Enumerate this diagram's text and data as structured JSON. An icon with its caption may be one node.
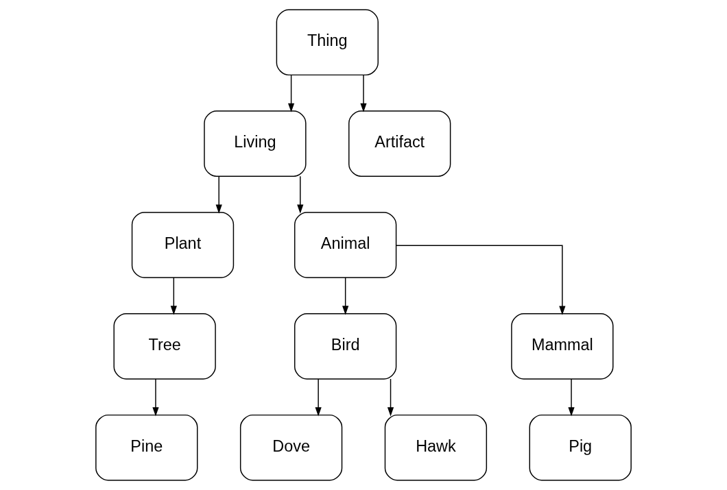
{
  "diagram": {
    "nodes": [
      {
        "text": [
          "Thing"
        ]
      },
      {
        "text": [
          "Living"
        ]
      },
      {
        "text": [
          "Artifact"
        ]
      },
      {
        "text": [
          "Plant"
        ]
      },
      {
        "text": [
          "Animal"
        ]
      },
      {
        "text": [
          "Tree"
        ]
      },
      {
        "text": [
          "Bird"
        ]
      },
      {
        "text": [
          "Mammal"
        ]
      },
      {
        "text": [
          "Pine"
        ]
      },
      {
        "text": [
          "Dove"
        ]
      },
      {
        "text": [
          "Hawk"
        ]
      },
      {
        "text": [
          "Pig"
        ]
      }
    ],
    "edges": [
      {
        "from": 0,
        "to": 1,
        "arrow": "to"
      },
      {
        "from": 0,
        "to": 2,
        "arrow": "to"
      },
      {
        "from": 1,
        "to": 3,
        "arrow": "to"
      },
      {
        "from": 1,
        "to": 4,
        "arrow": "to"
      },
      {
        "from": 3,
        "to": 5,
        "arrow": "to"
      },
      {
        "from": 4,
        "to": 6,
        "arrow": "to"
      },
      {
        "from": 4,
        "to": 7,
        "arrow": "to"
      },
      {
        "from": 5,
        "to": 8,
        "arrow": "to"
      },
      {
        "from": 6,
        "to": 9,
        "arrow": "to"
      },
      {
        "from": 6,
        "to": 10,
        "arrow": "to"
      },
      {
        "from": 7,
        "to": 11,
        "arrow": "to"
      }
    ]
  }
}
